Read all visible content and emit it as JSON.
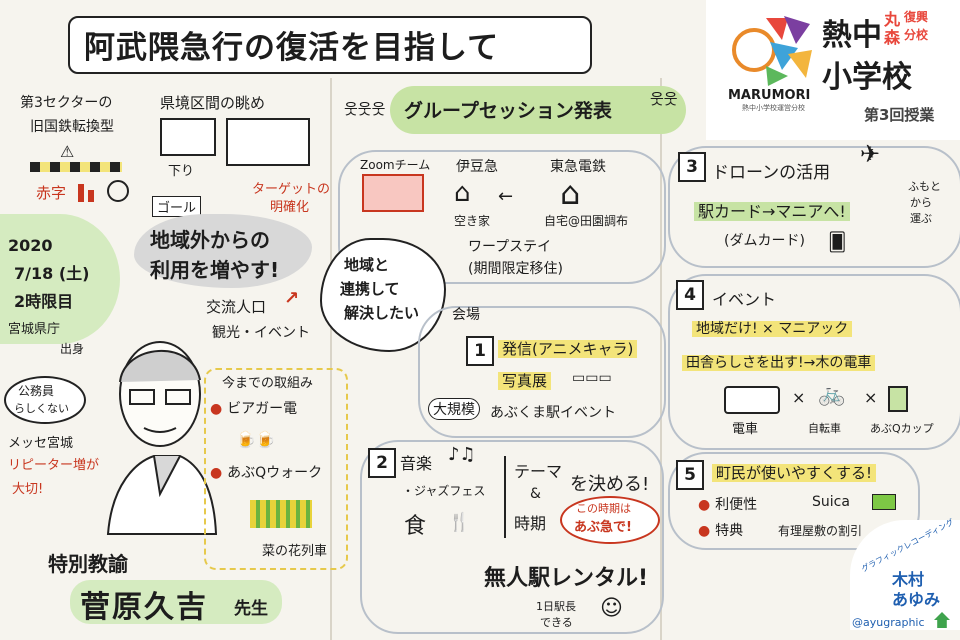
{
  "title": "阿武隈急行の復活を目指して",
  "logo": {
    "brand": "MARUMORI",
    "brand_sub": "熱中小学校運営分校",
    "school_line1": "熱中",
    "school_maru": "丸",
    "school_mori": "森",
    "school_fukko": "復興",
    "school_bunko": "分校",
    "school_line2": "小学校",
    "lesson": "第3回授業"
  },
  "left": {
    "sector": "第3セクターの",
    "sector2": "旧国鉄転換型",
    "deficit": "赤字",
    "prefecture_view": "県境区間の眺め",
    "downhill": "下り",
    "goal": "ゴール",
    "target": "ターゲットの",
    "target2": "明確化",
    "main_message_1": "地域外からの",
    "main_message_2": "利用を増やす!",
    "main_outside": "外",
    "exchange": "交流人口",
    "tourism": "観光・イベント",
    "date": "2020",
    "date2": "7/18 (土)",
    "period": "2時限目",
    "origin": "宮城県庁",
    "origin2": "出身",
    "civil_servant": "公務員",
    "civil_servant2": "らしくない",
    "message": "メッセ宮城",
    "repeaters": "リピーター増が",
    "important": "大切!",
    "efforts_title": "今までの取組み",
    "effort1": "ビアガー電",
    "effort2": "あぶQウォーク",
    "rape_blossom": "菜の花列車",
    "teacher_role": "特別教諭",
    "teacher_name": "菅原久吉",
    "teacher_suffix": "先生"
  },
  "center": {
    "group_title": "グループセッション発表",
    "zoom": "Zoomチーム",
    "izu": "伊豆急",
    "tokyu": "東急電鉄",
    "vacant": "空き家",
    "home": "自宅@田園調布",
    "workstay": "ワープステイ",
    "workstay2": "(期間限定移住)",
    "solve1": "地域と",
    "solve2": "連携して",
    "solve3": "解決したい",
    "venue": "会場",
    "item1_no": "1",
    "item1_a": "発信(アニメキャラ)",
    "item1_b": "写真展",
    "large_scale": "大規模",
    "item1_c": "あぶくま駅イベント",
    "item2_no": "2",
    "item2_a": "音楽",
    "item2_b": "・ジャズフェス",
    "item2_c": "食 ",
    "theme": "テーマ",
    "and": "&",
    "timing": "時期",
    "decide": "を決める!",
    "this_timing": "この時期は",
    "abukyu": "あぶ急で!",
    "unmanned": "無人駅レンタル!",
    "one_day": "1日駅長",
    "can": "できる"
  },
  "right": {
    "item3_no": "3",
    "drone": "ドローンの活用",
    "station_card": "駅カード→マニアへ!",
    "dam_card": "(ダムカード)",
    "drone_note1": "ふもと",
    "drone_note2": "から",
    "drone_note3": "運ぶ",
    "item4_no": "4",
    "event": "イベント",
    "local_only": "地域だけ! × マニアック",
    "rural": "田舎らしさを出す!→木の電車",
    "times1": "×",
    "times2": "×",
    "train": "電車",
    "bicycle": "自転車",
    "cup": "あぶQカップ",
    "item5_no": "5",
    "easy": "町民が使いやすくする!",
    "convenience": "利便性",
    "suica": "Suica",
    "perks": "特典",
    "discount": "有理屋敷の割引",
    "credit1": "グラフィックレコーディング",
    "credit2": "木村",
    "credit3": "あゆみ",
    "handle": "@ayugraphic"
  }
}
